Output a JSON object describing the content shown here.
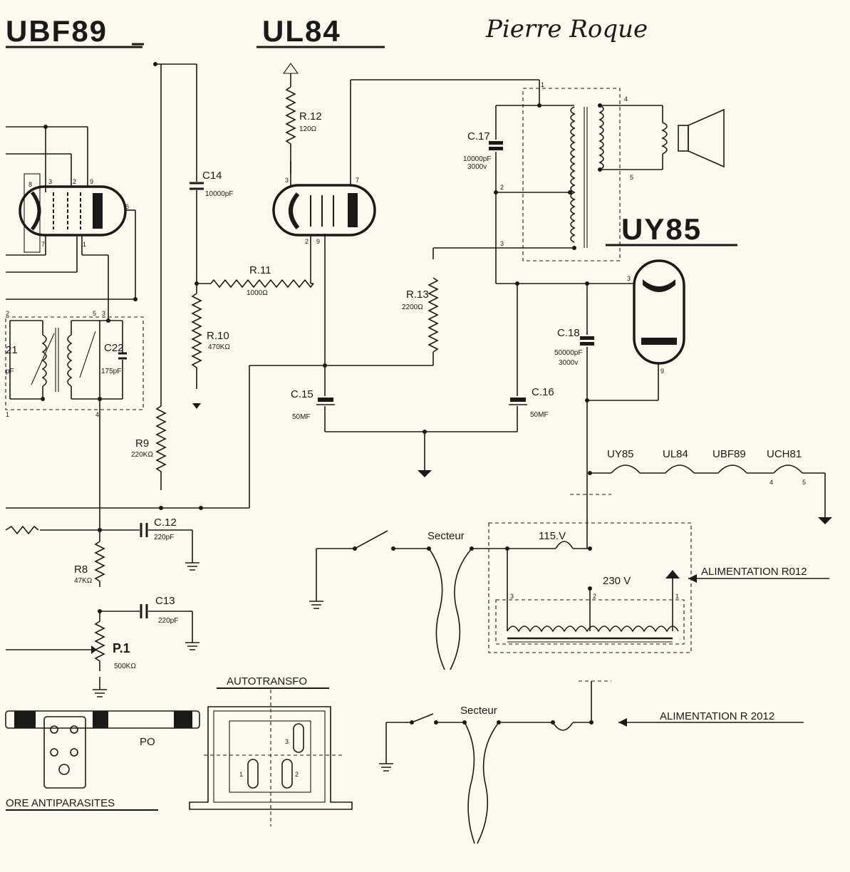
{
  "titles": {
    "ubf89": "UBF89",
    "ul84": "UL84",
    "uy85": "UY85",
    "signature": "Pierre Roque"
  },
  "components": {
    "c14": {
      "name": "C14",
      "value": "10000pF"
    },
    "r12": {
      "name": "R.12",
      "value": "120Ω"
    },
    "r11": {
      "name": "R.11",
      "value": "1000Ω"
    },
    "r10": {
      "name": "R.10",
      "value": "470KΩ"
    },
    "r13": {
      "name": "R.13",
      "value": "2200Ω"
    },
    "c17": {
      "name": "C.17",
      "value": "10000pF",
      "voltage": "3000v"
    },
    "c18": {
      "name": "C.18",
      "value": "50000pF",
      "voltage": "3000v"
    },
    "c15": {
      "name": "C.15",
      "value": "50MF"
    },
    "c16": {
      "name": "C.16",
      "value": "50MF"
    },
    "c22": {
      "name": "C22",
      "value": "175pF"
    },
    "c21": {
      "name": "21",
      "value": "pF"
    },
    "r9": {
      "name": "R9",
      "value": "220KΩ"
    },
    "c12": {
      "name": "C.12",
      "value": "220pF"
    },
    "r8": {
      "name": "R8",
      "value": "47KΩ"
    },
    "c13": {
      "name": "C13",
      "value": "220pF"
    },
    "p1": {
      "name": "P.1",
      "value": "500KΩ"
    }
  },
  "heaters": [
    "UY85",
    "UL84",
    "UBF89",
    "UCH81"
  ],
  "power": {
    "secteur": "Secteur",
    "v115": "115.V",
    "v230": "230 V",
    "alim1": "ALIMENTATION R012",
    "alim2": "ALIMENTATION  R 2012"
  },
  "lower": {
    "autotransfo": "AUTOTRANSFO",
    "antiparasites": "ORE  ANTIPARASITES",
    "po": "PO"
  },
  "pins": {
    "p1": "1",
    "p2": "2",
    "p3": "3",
    "p4": "4",
    "p5": "5",
    "p6": "6",
    "p7": "7",
    "p8": "8",
    "p9": "9"
  }
}
